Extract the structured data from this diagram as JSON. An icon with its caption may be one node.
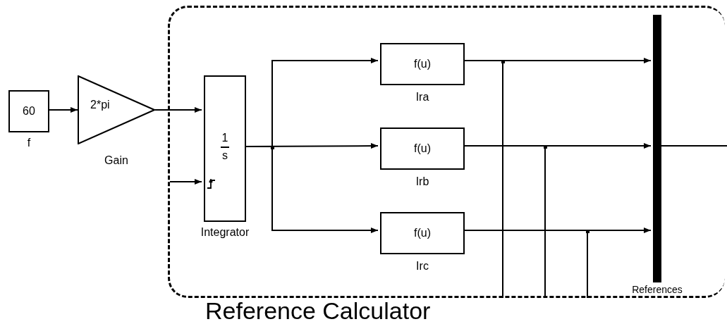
{
  "diagram": {
    "nodes": [
      {
        "text": [
          "Reference Calculator"
        ]
      },
      {
        "text": [
          "60"
        ],
        "beside": [
          "f"
        ]
      },
      {
        "text": [
          "2*pi"
        ],
        "beside": [
          "Gain"
        ]
      },
      {
        "text": [
          "1",
          "s"
        ],
        "beside": [
          "Integrator"
        ],
        "in": 0
      },
      {
        "text": [
          "f(u)"
        ],
        "beside": [
          "Ira"
        ],
        "in": 0
      },
      {
        "text": [
          "f(u)"
        ],
        "beside": [
          "Irb"
        ],
        "in": 0
      },
      {
        "text": [
          "f(u)"
        ],
        "beside": [
          "Irc"
        ],
        "in": 0
      },
      {
        "text": [],
        "shape": "bar",
        "beside": [
          "References"
        ],
        "in": 0
      }
    ],
    "edges": [
      {
        "from": 1,
        "to": 2,
        "arrow": "to"
      },
      {
        "from": 2,
        "to": 3,
        "arrow": "to"
      },
      {
        "from": null,
        "to": 3,
        "arrow": "to"
      },
      {
        "from": 3,
        "to": 4,
        "arrow": "to"
      },
      {
        "from": 3,
        "to": 5,
        "arrow": "to"
      },
      {
        "from": 3,
        "to": 6,
        "arrow": "to"
      },
      {
        "from": 4,
        "to": 7,
        "arrow": "to"
      },
      {
        "from": 5,
        "to": 7,
        "arrow": "to"
      },
      {
        "from": 6,
        "to": 7,
        "arrow": "to"
      },
      {
        "from": 7,
        "to": null,
        "arrow": "none"
      },
      {
        "from": 4,
        "to": null,
        "arrow": "none"
      },
      {
        "from": 5,
        "to": null,
        "arrow": "none"
      },
      {
        "from": 6,
        "to": null,
        "arrow": "none"
      }
    ]
  }
}
